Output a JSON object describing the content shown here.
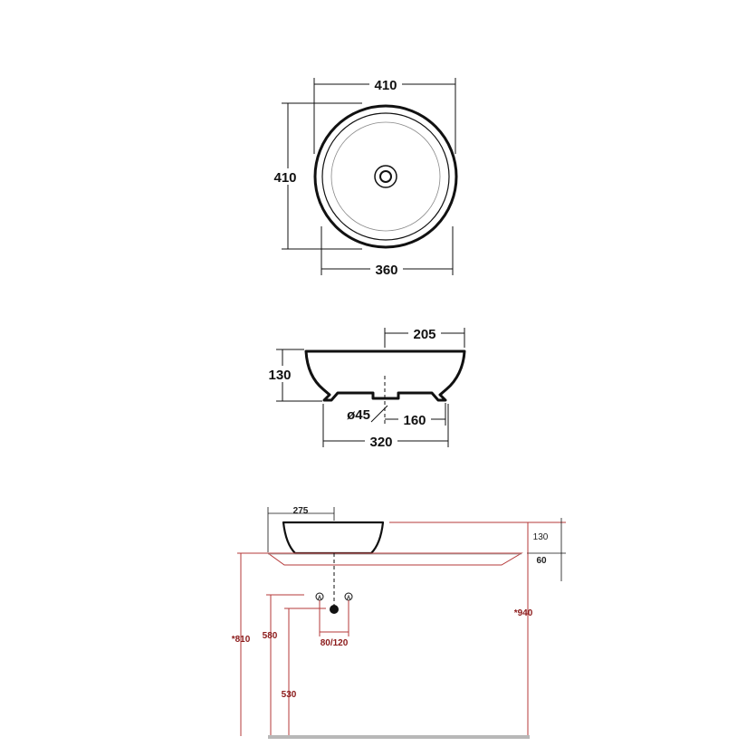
{
  "top_view": {
    "width_label": "410",
    "height_label": "410",
    "inner_label": "360"
  },
  "side_view": {
    "width_label": "205",
    "height_label": "130",
    "drain_label": "ø45",
    "offset_label": "160",
    "base_label": "320"
  },
  "install_view": {
    "basin_label": "275",
    "basin_height_label": "130",
    "top_thickness_label": "60",
    "total_height_label": "*940",
    "top_height_label": "*810",
    "waste_height_label": "580",
    "supply_height_label": "530",
    "supply_spacing_label": "80/120",
    "supply_marker": "A"
  },
  "colors": {
    "line": "#111111",
    "dimension_red": "#b53a3a",
    "floor": "#b8b8b8"
  }
}
